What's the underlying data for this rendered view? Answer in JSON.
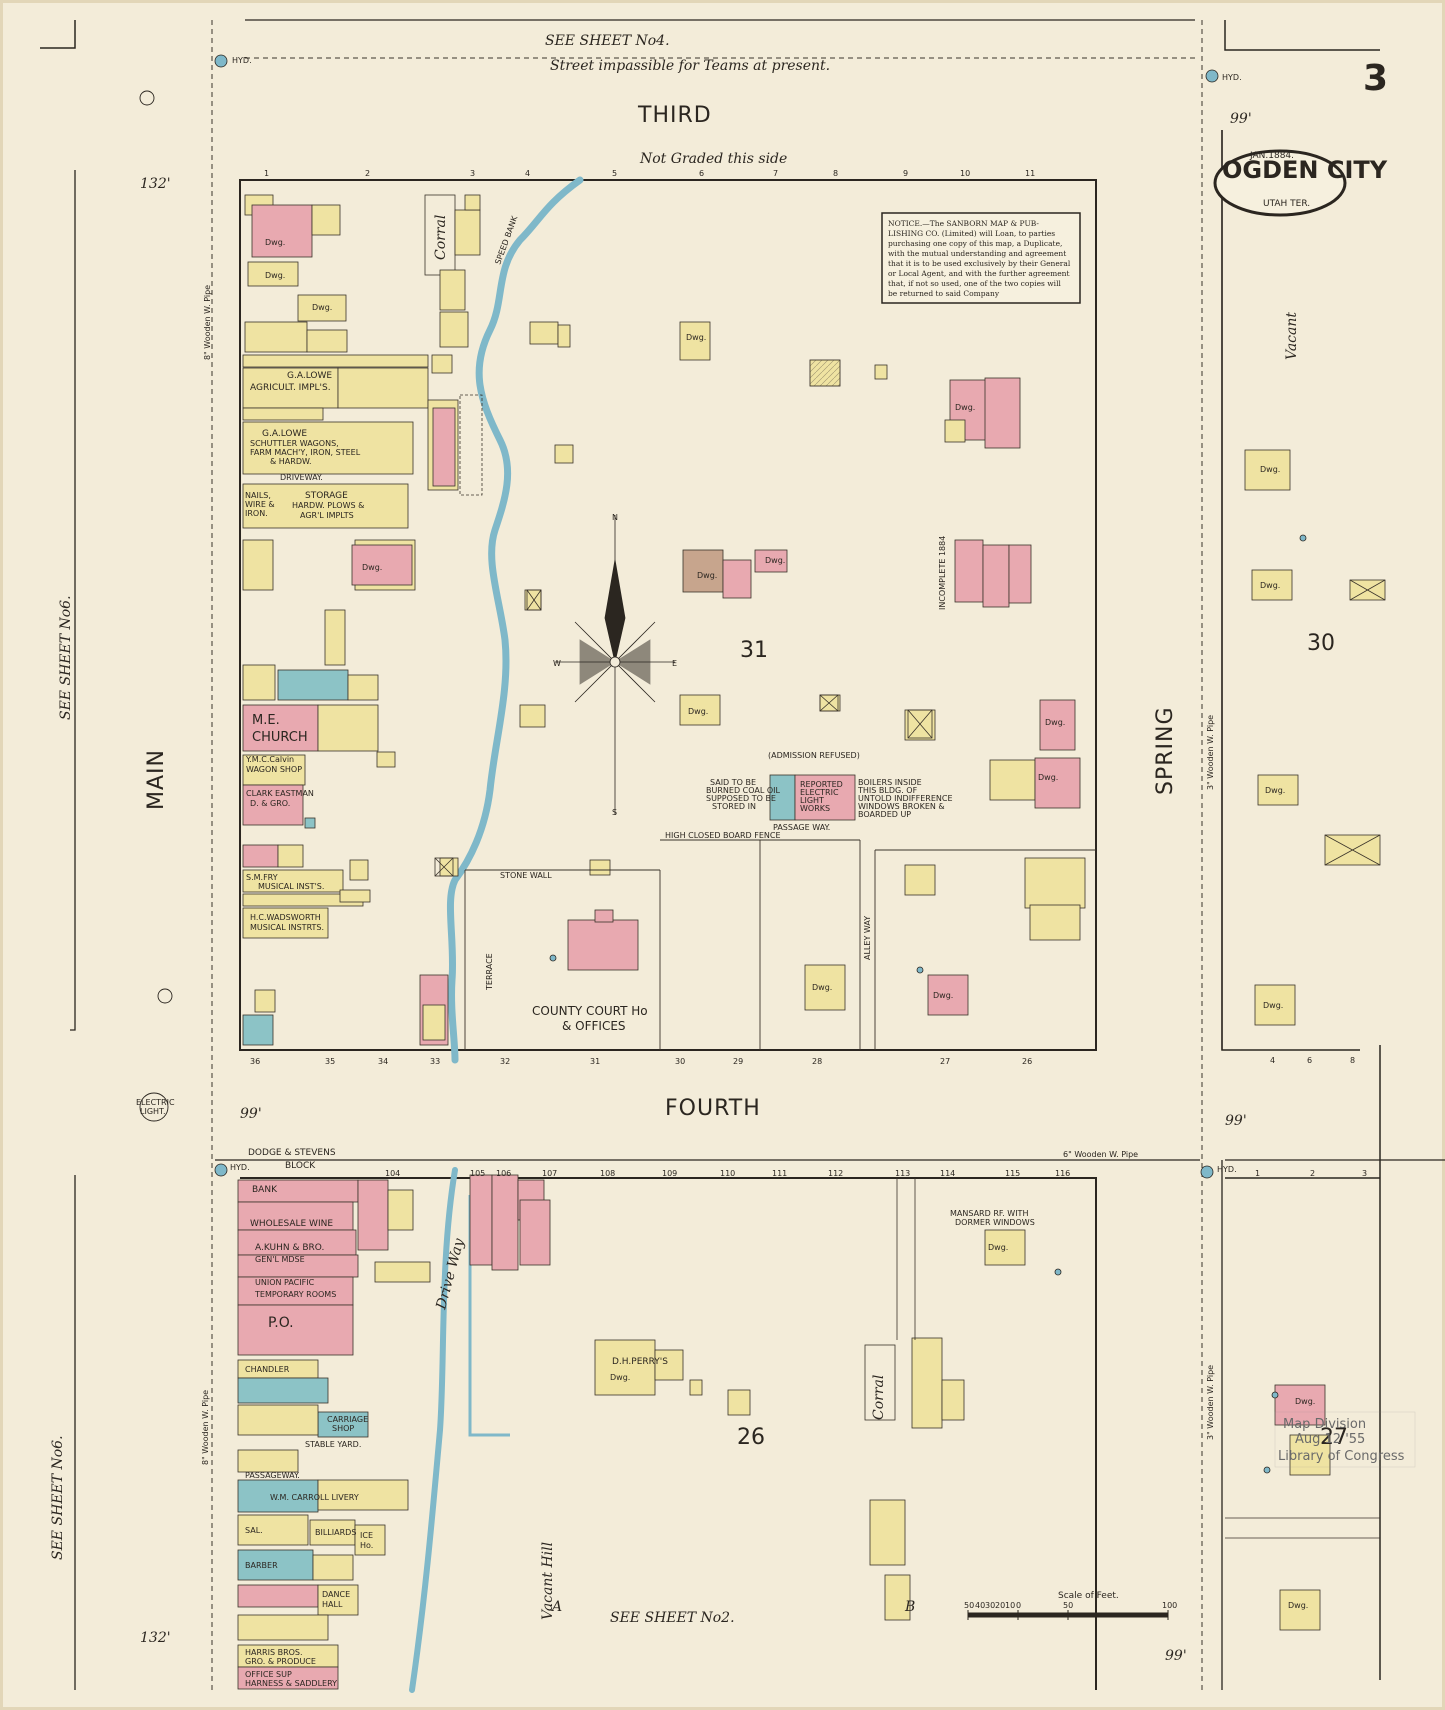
{
  "sheet": {
    "number": "3",
    "see_sheet_top": "SEE SHEET No4.",
    "see_sheet_bottom": "SEE SHEET No2.",
    "see_sheet_left_top": "SEE SHEET No6.",
    "see_sheet_left_bottom": "SEE SHEET No6.",
    "street_note": "Street impassible for Teams at present.",
    "grading_note": "Not Graded this side"
  },
  "title_cartouche": {
    "date": "JAN.1884.",
    "city": "OGDEN CITY",
    "territory": "UTAH TER."
  },
  "notice": {
    "lines": [
      "NOTICE.—The SANBORN MAP & PUB-",
      "LISHING CO. (Limited) will Loan, to parties",
      "purchasing one copy of this map, a Duplicate,",
      "with the mutual understanding and agreement",
      "that it is to be used exclusively by their General",
      "or Local Agent, and with the further agreement",
      "that, if not so used, one of the two copies will",
      "be returned to said Company"
    ]
  },
  "streets": {
    "third": "THIRD",
    "fourth": "FOURTH",
    "main": "MAIN",
    "spring": "SPRING"
  },
  "blocks": {
    "b31": "31",
    "b30": "30",
    "b26": "26",
    "b27": "27"
  },
  "landmarks": {
    "me_church": [
      "M.E.",
      "CHURCH"
    ],
    "courthouse": [
      "COUNTY COURT Ho",
      "& OFFICES"
    ],
    "dodge_stevens": [
      "DODGE & STEVENS",
      "BLOCK"
    ],
    "post_office": "P.O.",
    "admission_refused": "(ADMISSION REFUSED)",
    "electric_light": [
      "ELECTRIC",
      "LIGHT."
    ],
    "vacant_hill": "Vacant Hill",
    "vacant": "Vacant",
    "drive_way": "Drive Way",
    "corral": "Corral",
    "alley_way": "ALLEY WAY",
    "stone_wall": "STONE WALL",
    "terrace": "TERRACE",
    "passage_way": "PASSAGE WAY.",
    "speed_bank": "SPEED BANK"
  },
  "business_labels": {
    "ga_lowe_top": [
      "G.A.LOWE",
      "AGRICULT. IMPL'S."
    ],
    "ga_lowe_mid": [
      "G.A.LOWE",
      "SCHUTTLER WAGONS,",
      "FARM MACH'Y, IRON, STEEL",
      "& HARDW."
    ],
    "storage": [
      "STORAGE",
      "HARDW. PLOWS &",
      "AGR'L IMPLTS"
    ],
    "nails": [
      "NAILS,",
      "WIRE &",
      "IRON."
    ],
    "driveway": "DRIVEWAY.",
    "ym_calvin": [
      "Y.M.C.Calvin",
      "WAGON SHOP"
    ],
    "clark": [
      "CLARK EASTMAN",
      "D. & GRO."
    ],
    "sm_fry": [
      "S.M.FRY",
      "MUSICAL INST'S."
    ],
    "hc_wadsworth": [
      "H.C.WADSWORTH",
      "MUSICAL INSTRTS."
    ],
    "bank": [
      "BANK",
      "WHOLESALE WINE"
    ],
    "kuhn": [
      "A.KUHN & BRO.",
      "GEN'L MDSE"
    ],
    "union_pacific": [
      "UNION PACIFIC",
      "TEMPORARY ROOMS"
    ],
    "chandler": "CHANDLER",
    "carriage_shop": [
      "CARRIAGE",
      "SHOP"
    ],
    "stable_yard": "STABLE YARD.",
    "passageway": "PASSAGEWAY.",
    "carroll": "W.M. CARROLL LIVERY",
    "sal": "SAL.",
    "billiards": "BILLIARDS",
    "barber": "BARBER",
    "ice_house": [
      "ICE",
      "Ho."
    ],
    "dance_hall": [
      "DANCE",
      "HALL"
    ],
    "gro_produce": [
      "HARRIS BROS.",
      "GRO. & PRODUCE"
    ],
    "hdw": [
      "OFFICE SUP",
      "HARNESS & SADDLERY"
    ],
    "dwg": "Dwg.",
    "dh_perrys": "D.H.PERRY'S",
    "mansard": [
      "MANSARD RF. WITH",
      "DORMER WINDOWS"
    ],
    "boilers_note": [
      "BOILERS INSIDE",
      "THIS BLDG. OF",
      "UNTOLD INDIFFERENCE",
      "WINDOWS BROKEN &",
      "BOARDED UP"
    ],
    "ebm_note": [
      "REPORTED",
      "ELECTRIC",
      "LIGHT",
      "WORKS"
    ],
    "grid_note": [
      "SAID TO BE",
      "BURNED COAL OIL",
      "SUPPOSED TO BE",
      "STORED IN"
    ],
    "incomplete": "INCOMPLETE 1884",
    "high_fence": "HIGH CLOSED BOARD FENCE"
  },
  "lot_numbers_top": [
    "1",
    "2",
    "3",
    "4",
    "5",
    "6",
    "7",
    "8",
    "9",
    "10",
    "11"
  ],
  "lot_numbers_bottom_block31": [
    "36",
    "35",
    "34",
    "33",
    "32",
    "31",
    "30",
    "29",
    "28",
    "27",
    "26"
  ],
  "lot_numbers_fourth": [
    "104",
    "105",
    "106",
    "107",
    "108",
    "109",
    "110",
    "111",
    "112",
    "113",
    "114",
    "115",
    "116"
  ],
  "lot_numbers_block27": [
    "1",
    "2",
    "3"
  ],
  "lot_numbers_block30_bottom": [
    "4",
    "6",
    "8"
  ],
  "hydrant_label": "HYD.",
  "pipe_labels": {
    "fourth": "6\" Wooden W. Pipe",
    "main_upper": "8\" Wooden W. Pipe",
    "main_lower": "8\" Wooden W. Pipe",
    "spring_upper": "3\" Wooden W. Pipe",
    "spring_lower": "3\" Wooden W. Pipe"
  },
  "street_widths": {
    "main_top": "132'",
    "main_bottom": "132'",
    "spring_top": "99'",
    "spring_mid": "99'",
    "spring_bottom": "99'",
    "main_mid": "99'"
  },
  "scale": {
    "label": "Scale of Feet.",
    "ticks": [
      "50",
      "40",
      "30",
      "20",
      "10",
      "0",
      "50",
      "100"
    ],
    "letter_a": "A",
    "letter_b": "B"
  },
  "compass": {
    "n": "N",
    "s": "S",
    "e": "E",
    "w": "W"
  },
  "lc_stamp": {
    "lines": [
      "Map Division",
      "Aug 12 '55",
      "Library of Congress"
    ]
  },
  "colors": {
    "paper": "#f3ecd9",
    "brick_pink": "#e8a9b0",
    "frame_yellow": "#efe3a2",
    "stone_blue": "#8cc3c6",
    "adobe_brown": "#c7a58d",
    "water_blue": "#7fb8c9",
    "ink": "#2b2620"
  }
}
